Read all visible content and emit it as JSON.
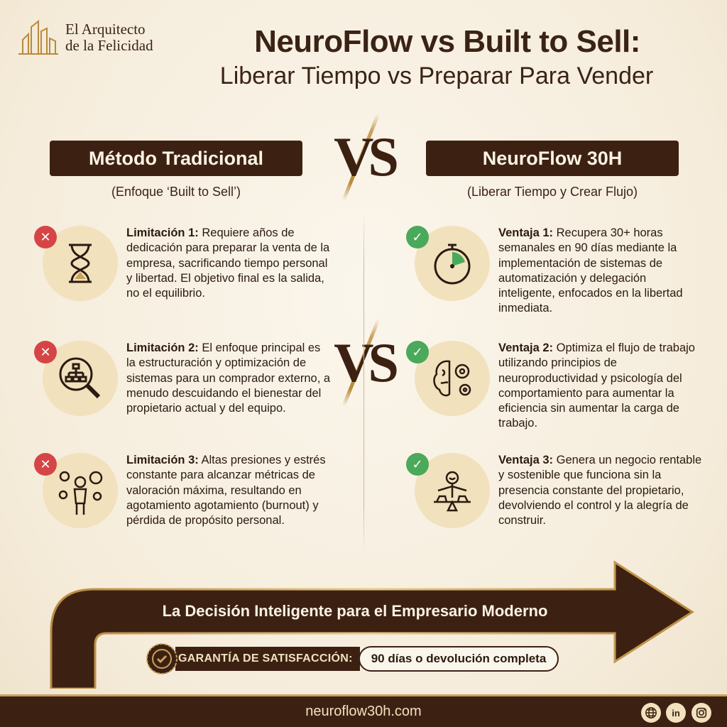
{
  "brand": {
    "line1": "El Arquitecto",
    "line2": "de la Felicidad",
    "icon": "building-logo-icon"
  },
  "header": {
    "title": "NeuroFlow vs Built to Sell:",
    "subtitle": "Liberar Tiempo vs Preparar Para Vender"
  },
  "vs_text": "VS",
  "left": {
    "heading": "Método Tradicional",
    "subheading": "(Enfoque ‘Built to Sell’)",
    "items": [
      {
        "label": "Limitación 1:",
        "text": " Requiere años de dedicación para preparar la venta de la empresa, sacrificando tiempo personal y libertad. El objetivo final es la salida, no el equilibrio.",
        "icon": "hourglass-icon"
      },
      {
        "label": "Limitación 2:",
        "text": " El enfoque principal es la estructuración y optimización de sistemas para un comprador externo, a menudo descuidando el bienestar del propietario actual y del equipo.",
        "icon": "magnifier-org-chart-icon"
      },
      {
        "label": "Limitación 3:",
        "text": " Altas presiones y estrés constante para alcanzar métricas de valoración máxima, resultando en agotamiento agotamiento (burnout) y pérdida de propósito personal.",
        "icon": "stressed-person-gears-icon"
      }
    ]
  },
  "right": {
    "heading": "NeuroFlow 30H",
    "subheading": "(Liberar Tiempo y Crear Flujo)",
    "items": [
      {
        "label": "Ventaja 1:",
        "text": " Recupera 30+ horas semanales en 90 días mediante la implementación de sistemas de automatización y delegación inteligente, enfocados en la libertad inmediata.",
        "icon": "stopwatch-icon"
      },
      {
        "label": "Ventaja 2:",
        "text": " Optimiza el flujo de trabajo utilizando principios de neuroproductividad y psicología del comportamiento para aumentar la eficiencia sin aumentar la carga de trabajo.",
        "icon": "brain-gears-icon"
      },
      {
        "label": "Ventaja 3:",
        "text": " Genera un negocio rentable y sostenible que funciona sin la presencia constante del propietario, devolviendo el control y la alegría de construir.",
        "icon": "balanced-person-icon"
      }
    ]
  },
  "banner": {
    "title": "La Decisión Inteligente para el Empresario Moderno",
    "guarantee_label": "GARANTÍA DE SATISFACCIÓN:",
    "guarantee_value": "90 días o devolución completa"
  },
  "footer": {
    "url": "neuroflow30h.com",
    "social": [
      {
        "icon": "globe-icon"
      },
      {
        "icon": "linkedin-icon",
        "glyph": "in"
      },
      {
        "icon": "instagram-icon"
      }
    ]
  },
  "colors": {
    "brown": "#3c2113",
    "cream": "#f8f1e4",
    "gold": "#c9a15d",
    "red": "#d64545",
    "green": "#4aa95a"
  }
}
